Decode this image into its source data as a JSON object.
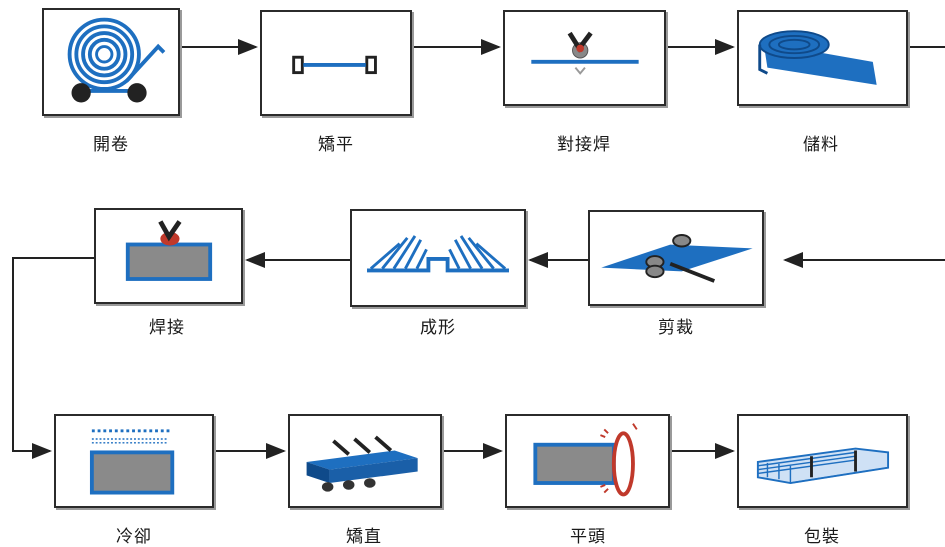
{
  "steps": [
    {
      "id": "uncoiling",
      "label": "開卷",
      "icon": "coil-reel-icon"
    },
    {
      "id": "leveling",
      "label": "矯平",
      "icon": "leveling-strip-icon"
    },
    {
      "id": "butt-welding",
      "label": "對接焊",
      "icon": "butt-weld-torch-icon"
    },
    {
      "id": "accumulator",
      "label": "儲料",
      "icon": "strip-accumulator-icon"
    },
    {
      "id": "shearing",
      "label": "剪裁",
      "icon": "shear-rollers-icon"
    },
    {
      "id": "forming",
      "label": "成形",
      "icon": "roll-forming-icon"
    },
    {
      "id": "welding",
      "label": "焊接",
      "icon": "seam-weld-torch-icon"
    },
    {
      "id": "cooling",
      "label": "冷卻",
      "icon": "cooling-spray-icon"
    },
    {
      "id": "straightening",
      "label": "矯直",
      "icon": "straightening-rolls-icon"
    },
    {
      "id": "cutting",
      "label": "平頭",
      "icon": "end-facing-ring-icon"
    },
    {
      "id": "packing",
      "label": "包裝",
      "icon": "tube-bundle-icon"
    }
  ],
  "colors": {
    "accent": "#1e6fc0",
    "accent_dark": "#0f4a8a",
    "tube": "#8a8a8a",
    "line": "#222222",
    "torch": "#c0392b",
    "ring": "#c0392b"
  }
}
